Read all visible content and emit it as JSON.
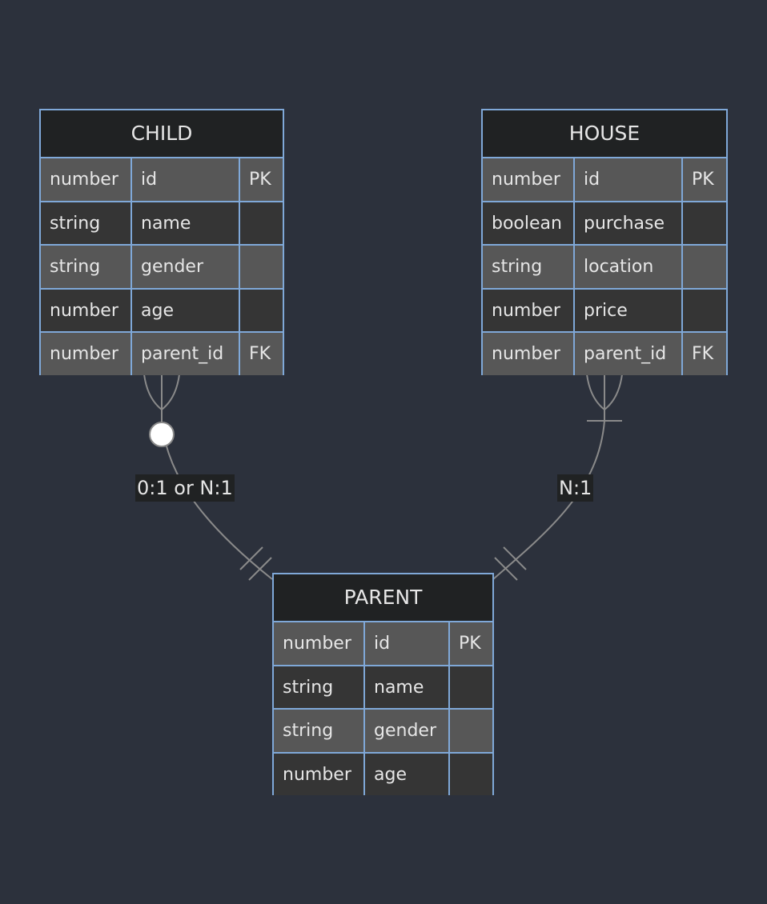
{
  "entities": [
    {
      "id": "child",
      "title": "CHILD",
      "attributes": [
        {
          "type": "number",
          "name": "id",
          "key": "PK"
        },
        {
          "type": "string",
          "name": "name",
          "key": ""
        },
        {
          "type": "string",
          "name": "gender",
          "key": ""
        },
        {
          "type": "number",
          "name": "age",
          "key": ""
        },
        {
          "type": "number",
          "name": "parent_id",
          "key": "FK"
        }
      ]
    },
    {
      "id": "house",
      "title": "HOUSE",
      "attributes": [
        {
          "type": "number",
          "name": "id",
          "key": "PK"
        },
        {
          "type": "boolean",
          "name": "purchase",
          "key": ""
        },
        {
          "type": "string",
          "name": "location",
          "key": ""
        },
        {
          "type": "number",
          "name": "price",
          "key": ""
        },
        {
          "type": "number",
          "name": "parent_id",
          "key": "FK"
        }
      ]
    },
    {
      "id": "parent",
      "title": "PARENT",
      "attributes": [
        {
          "type": "number",
          "name": "id",
          "key": "PK"
        },
        {
          "type": "string",
          "name": "name",
          "key": ""
        },
        {
          "type": "string",
          "name": "gender",
          "key": ""
        },
        {
          "type": "number",
          "name": "age",
          "key": ""
        }
      ]
    }
  ],
  "relationships": [
    {
      "from": "child",
      "to": "parent",
      "label": "0:1 or N:1",
      "from_marker": "zero-or-many",
      "to_marker": "exactly-one"
    },
    {
      "from": "house",
      "to": "parent",
      "label": "N:1",
      "from_marker": "one-or-many",
      "to_marker": "exactly-one"
    }
  ],
  "colors": {
    "background": "#2c313c",
    "entity_border": "#7fa8d8",
    "header_bg": "#202223",
    "row_odd": "#575757",
    "row_even": "#353535",
    "text": "#e6e6e6",
    "line": "#8a8a8a"
  }
}
